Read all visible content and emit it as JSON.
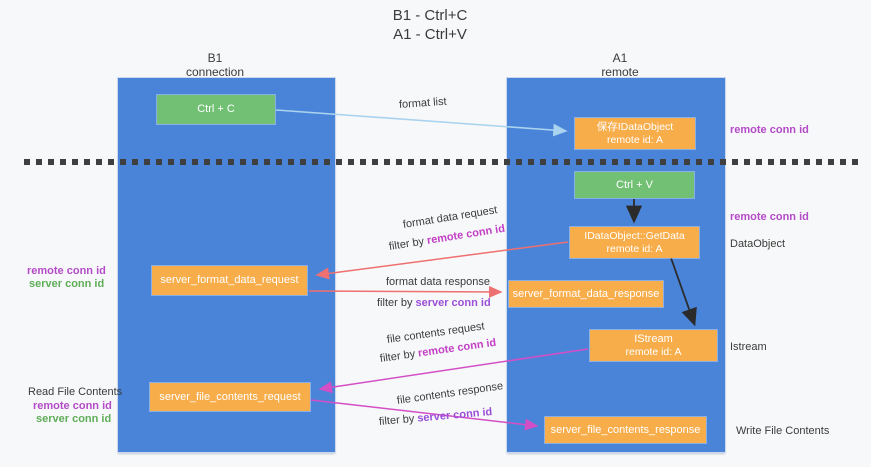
{
  "title": {
    "line1": "B1 - Ctrl+C",
    "line2": "A1 - Ctrl+V"
  },
  "columns": {
    "left": {
      "name": "B1",
      "role": "connection"
    },
    "right": {
      "name": "A1",
      "role": "remote"
    }
  },
  "boxes": {
    "ctrl_c": "Ctrl + C",
    "ctrl_v": "Ctrl + V",
    "save_dataobject": {
      "line1": "保存IDataObject",
      "line2": "remote id: A"
    },
    "getdata": {
      "line1": "IDataObject::GetData",
      "line2": "remote id: A"
    },
    "istream": {
      "line1": "IStream",
      "line2": "remote id: A"
    },
    "format_request": "server_format_data_request",
    "format_response": "server_format_data_response",
    "file_request": "server_file_contents_request",
    "file_response": "server_file_contents_response"
  },
  "labels": {
    "remote_conn_id": "remote conn id",
    "server_conn_id": "server conn id",
    "dataobject": "DataObject",
    "istream": "Istream",
    "read_file_contents": "Read File Contents",
    "write_file_contents": "Write File Contents",
    "filter_by": "filter by"
  },
  "flow_labels": {
    "format_list": "format list",
    "format_data_request": "format data request",
    "format_data_response": "format data response",
    "file_contents_request": "file contents request",
    "file_contents_response": "file contents response"
  },
  "colors": {
    "column_blue": "#4a84d9",
    "box_orange": "#f8ad4b",
    "box_green": "#72c074",
    "arrow_blue": "#a9d3ee",
    "arrow_red": "#ee7070",
    "arrow_magenta": "#d44fc6",
    "arrow_black": "#2b2b2b",
    "label_purple": "#b44bc8",
    "label_violet": "#9b4fd9",
    "label_green": "#5fad58",
    "text_dark": "#3b3b3b"
  }
}
